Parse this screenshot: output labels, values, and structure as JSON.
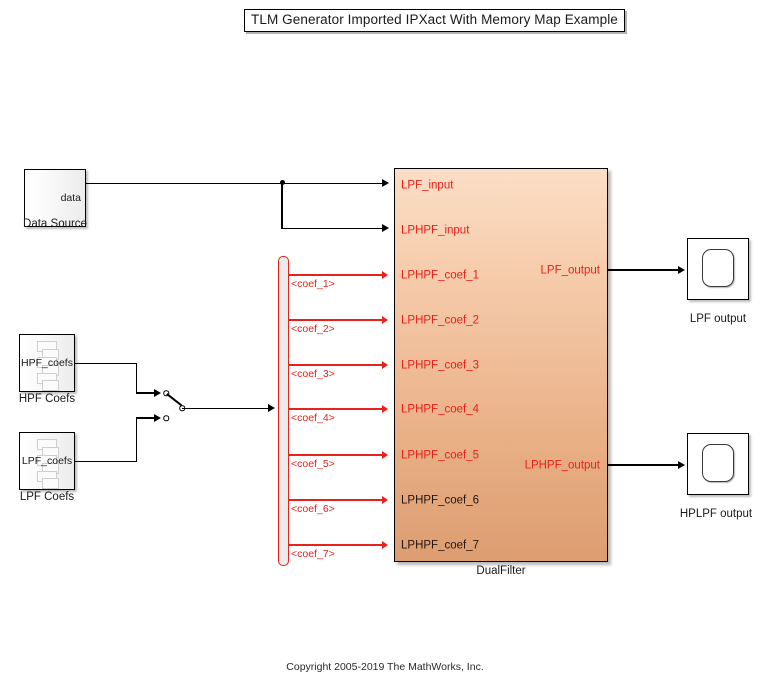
{
  "diagram": {
    "title": "TLM Generator Imported IPXact With Memory Map Example",
    "copyright": "Copyright 2005-2019 The MathWorks, Inc."
  },
  "source_blocks": [
    {
      "name": "data-source",
      "label": "Data Source",
      "port_text": "data"
    },
    {
      "name": "hpf-coefs",
      "label": "HPF Coefs",
      "port_text": "HPF_coefs"
    },
    {
      "name": "lpf-coefs",
      "label": "LPF Coefs",
      "port_text": "LPF_coefs"
    }
  ],
  "main_block": {
    "label": "DualFilter",
    "inputs": [
      {
        "label": "LPF_input",
        "color": "#e8211a"
      },
      {
        "label": "LPHPF_input",
        "color": "#e8211a"
      },
      {
        "label": "LPHPF_coef_1",
        "color": "#e8211a"
      },
      {
        "label": "LPHPF_coef_2",
        "color": "#e8211a"
      },
      {
        "label": "LPHPF_coef_3",
        "color": "#e8211a"
      },
      {
        "label": "LPHPF_coef_4",
        "color": "#e8211a"
      },
      {
        "label": "LPHPF_coef_5",
        "color": "#e8211a"
      },
      {
        "label": "LPHPF_coef_6",
        "color": "#231510"
      },
      {
        "label": "LPHPF_coef_7",
        "color": "#231510"
      }
    ],
    "outputs": [
      {
        "label": "LPF_output",
        "color": "#e8211a"
      },
      {
        "label": "LPHPF_output",
        "color": "#e8211a"
      }
    ],
    "fill_top": "#fcdec6",
    "fill_bottom": "#dd9d71"
  },
  "bus_selector": {
    "name": "coef-bus-selector",
    "accent": "#e8211a",
    "signals": [
      "<coef_1>",
      "<coef_2>",
      "<coef_3>",
      "<coef_4>",
      "<coef_5>",
      "<coef_6>",
      "<coef_7>"
    ]
  },
  "switch": {
    "name": "manual-switch"
  },
  "scopes": [
    {
      "name": "lpf-output-scope",
      "label": "LPF output"
    },
    {
      "name": "hplpf-output-scope",
      "label": "HPLPF output"
    }
  ]
}
